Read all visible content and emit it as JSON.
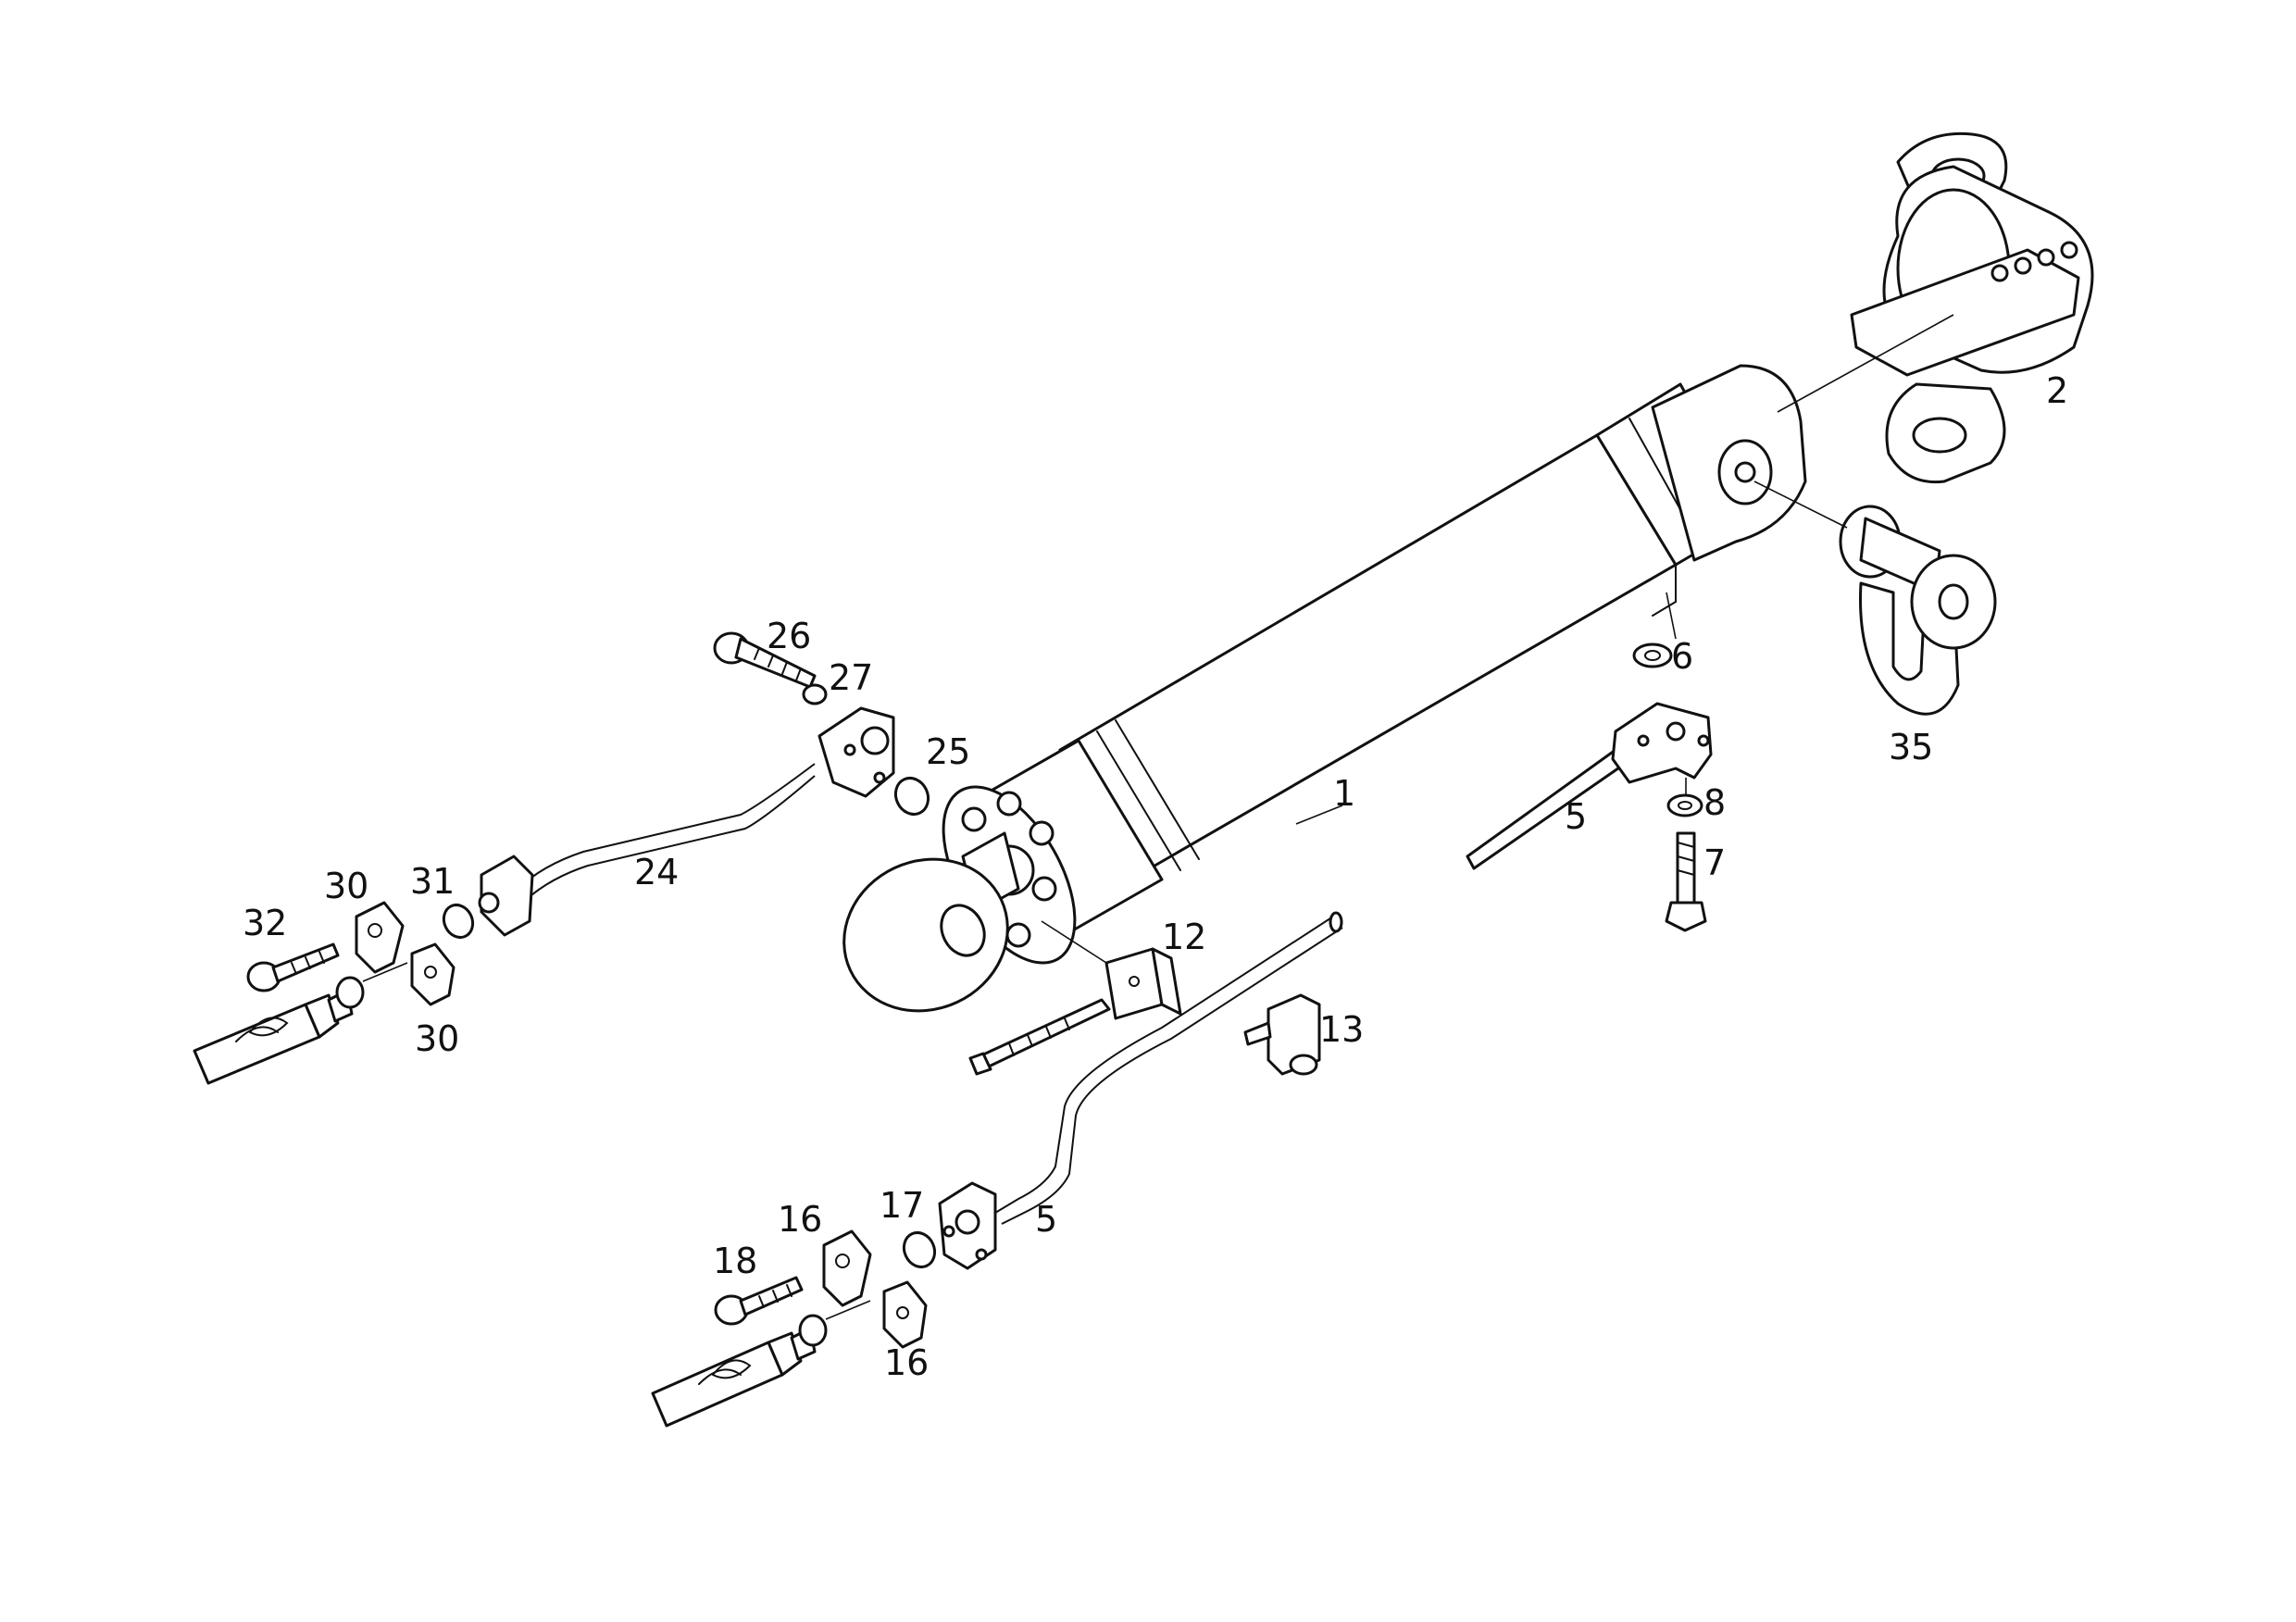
{
  "colors": {
    "ink": "#111111",
    "paper": "#ffffff"
  },
  "callouts": [
    {
      "id": "c1",
      "text": "1"
    },
    {
      "id": "c2",
      "text": "2"
    },
    {
      "id": "c5a",
      "text": "5"
    },
    {
      "id": "c5b",
      "text": "5"
    },
    {
      "id": "c6",
      "text": "6"
    },
    {
      "id": "c7",
      "text": "7"
    },
    {
      "id": "c8",
      "text": "8"
    },
    {
      "id": "c12",
      "text": "12"
    },
    {
      "id": "c13",
      "text": "13"
    },
    {
      "id": "c16a",
      "text": "16"
    },
    {
      "id": "c16b",
      "text": "16"
    },
    {
      "id": "c17",
      "text": "17"
    },
    {
      "id": "c18",
      "text": "18"
    },
    {
      "id": "c24",
      "text": "24"
    },
    {
      "id": "c25",
      "text": "25"
    },
    {
      "id": "c26",
      "text": "26"
    },
    {
      "id": "c27",
      "text": "27"
    },
    {
      "id": "c30a",
      "text": "30"
    },
    {
      "id": "c30b",
      "text": "30"
    },
    {
      "id": "c31",
      "text": "31"
    },
    {
      "id": "c32",
      "text": "32"
    },
    {
      "id": "c35",
      "text": "35"
    }
  ]
}
